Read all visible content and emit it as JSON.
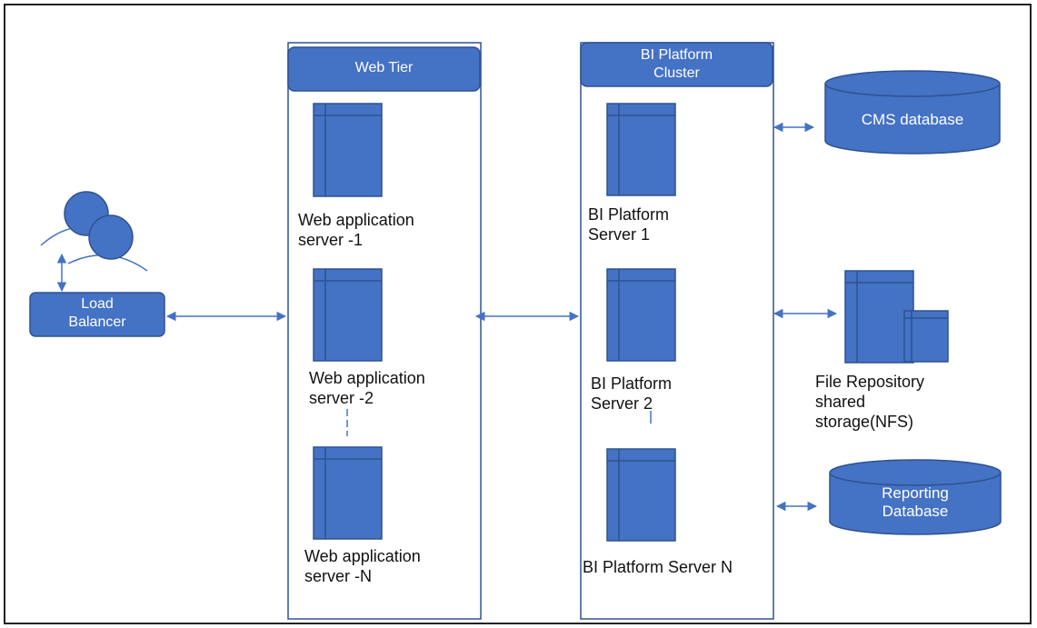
{
  "load_balancer": {
    "label": "Load\nBalancer"
  },
  "web_tier": {
    "title": "Web Tier",
    "servers": [
      "Web application\nserver -1",
      "Web application\nserver -2",
      "Web application\nserver -N"
    ]
  },
  "bi_cluster": {
    "title": "BI Platform\nCluster",
    "servers": [
      "BI Platform\nServer 1",
      "BI Platform\nServer 2",
      "BI Platform Server N"
    ]
  },
  "storage": {
    "cms_database": "CMS database",
    "file_repository": "File Repository\nshared\nstorage(NFS)",
    "reporting_database": "Reporting\nDatabase"
  },
  "colors": {
    "fill": "#4472c4",
    "stroke": "#2f528f",
    "line": "#4472c4"
  },
  "icons": [
    "users-icon",
    "server-icon",
    "database-icon",
    "folder-icon",
    "bidirectional-arrow-icon"
  ]
}
